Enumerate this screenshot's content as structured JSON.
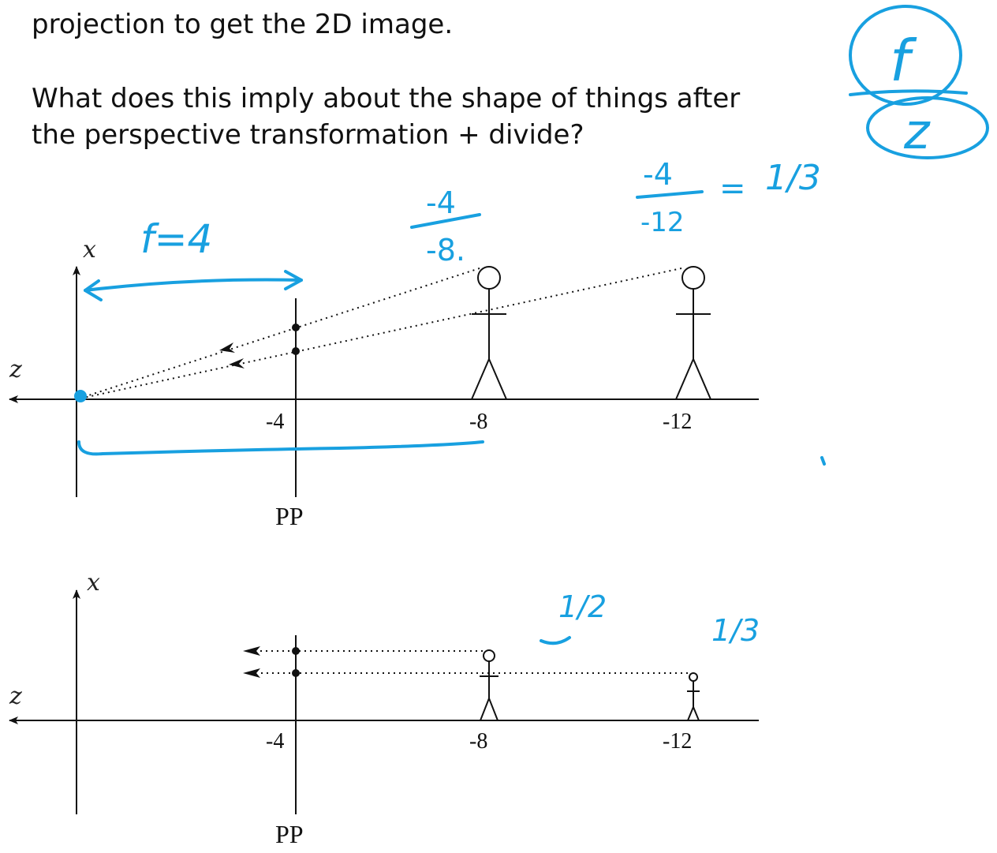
{
  "text": {
    "line1": "projection to get the 2D image.",
    "line2": "What does this imply about the shape of things after",
    "line3": "the perspective transformation + divide?"
  },
  "diagram1": {
    "x_label": "x",
    "z_label": "z",
    "ticks": [
      "-4",
      "-8",
      "-12"
    ],
    "plane_label": "PP"
  },
  "diagram2": {
    "x_label": "x",
    "z_label": "z",
    "ticks": [
      "-4",
      "-8",
      "-12"
    ],
    "plane_label": "PP"
  },
  "annotations": {
    "f_eq": "f=4",
    "frac_8_num": "-4",
    "frac_8_den": "-8.",
    "frac_12_num": "-4",
    "frac_12_den": "-12",
    "eq_sign": "=",
    "one_third": "1/3",
    "half": "1/2",
    "one_third_b": "1/3",
    "circled_f": "f",
    "circled_z": "z"
  },
  "colors": {
    "ink": "#18a0e0",
    "line": "#111111"
  }
}
